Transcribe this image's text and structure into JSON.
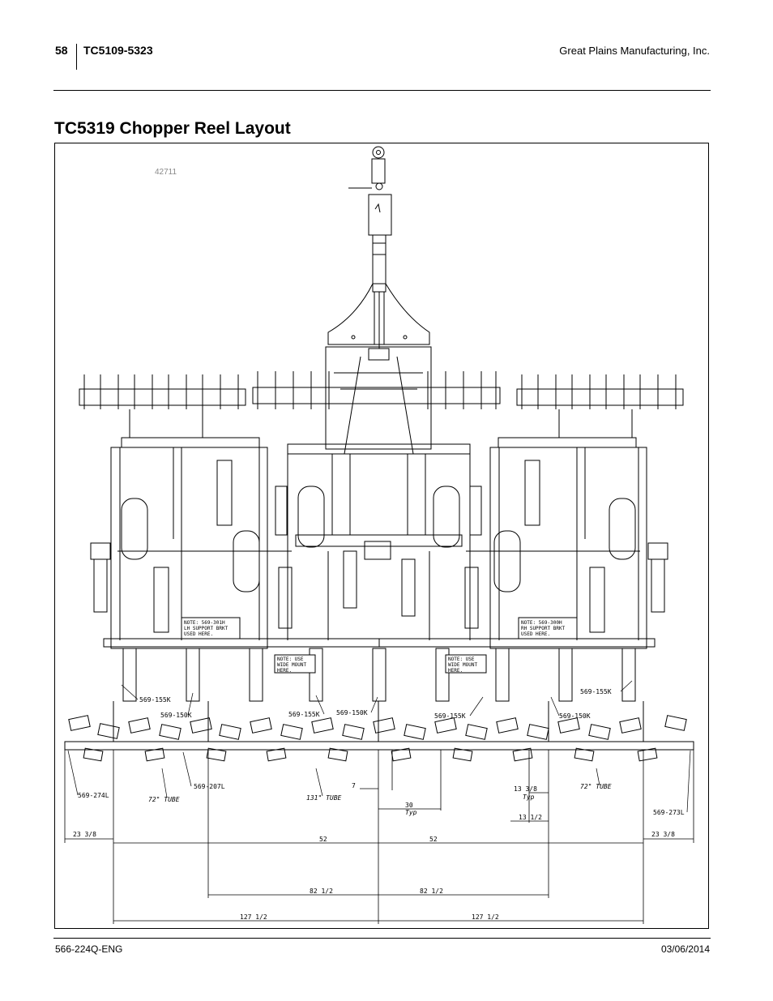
{
  "header": {
    "page_number": "58",
    "model": "TC5109-5323",
    "company": "Great Plains Manufacturing, Inc."
  },
  "section_title": "TC5319 Chopper Reel Layout",
  "figure": {
    "id": "42711",
    "notes": {
      "left": [
        "NOTE: 569-301H",
        "LH SUPPORT BRKT",
        "USED HERE."
      ],
      "right": [
        "NOTE: 569-300H",
        "RH SUPPORT BRKT",
        "USED HERE."
      ],
      "center_left": [
        "NOTE: USE",
        "WIDE MOUNT",
        "HERE."
      ],
      "center_right": [
        "NOTE: USE",
        "WIDE MOUNT",
        "HERE."
      ]
    },
    "part_labels": {
      "l1": "569-155K",
      "l2": "569-150K",
      "l3": "569-155K",
      "l4": "569-150K",
      "l5": "569-155K",
      "l6": "569-150K",
      "l7": "569-155K",
      "end_left": "569-274L",
      "end_right": "569-273L",
      "tube_left_part": "569-207L",
      "tube_72_left": "72\" TUBE",
      "tube_131": "131\" TUBE",
      "tube_72_right": "72\" TUBE"
    },
    "dimensions": {
      "d7": "7",
      "d30": "30",
      "d30_typ": "Typ",
      "d13_38": "13 3/8",
      "d13_38_typ": "Typ",
      "d13_12": "13 1/2",
      "d23_38_left": "23 3/8",
      "d23_38_right": "23 3/8",
      "d52_left": "52",
      "d52_right": "52",
      "d82_left": "82 1/2",
      "d82_right": "82 1/2",
      "d127_left": "127 1/2",
      "d127_right": "127 1/2"
    }
  },
  "footer": {
    "doc_number": "566-224Q-ENG",
    "date": "03/06/2014"
  }
}
